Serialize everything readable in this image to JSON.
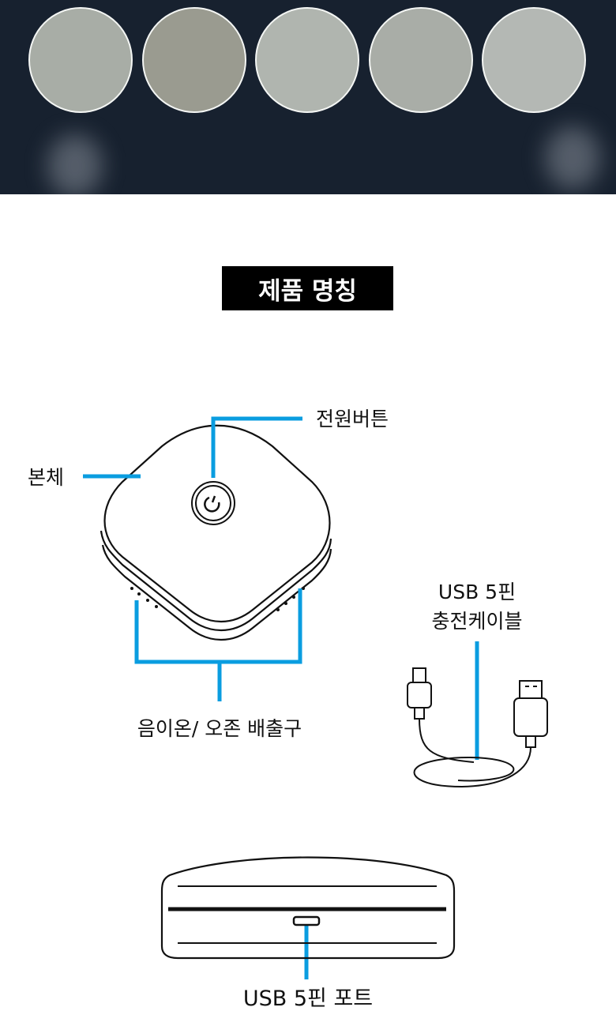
{
  "title": "제품 명칭",
  "labels": {
    "body": "본체",
    "power_button": "전원버튼",
    "outlet": "음이온/ 오존 배출구",
    "cable_line1": "USB 5핀",
    "cable_line2": "충전케이블",
    "port": "USB 5핀 포트"
  },
  "colors": {
    "accent": "#0a9de0",
    "band": "#17212f"
  }
}
